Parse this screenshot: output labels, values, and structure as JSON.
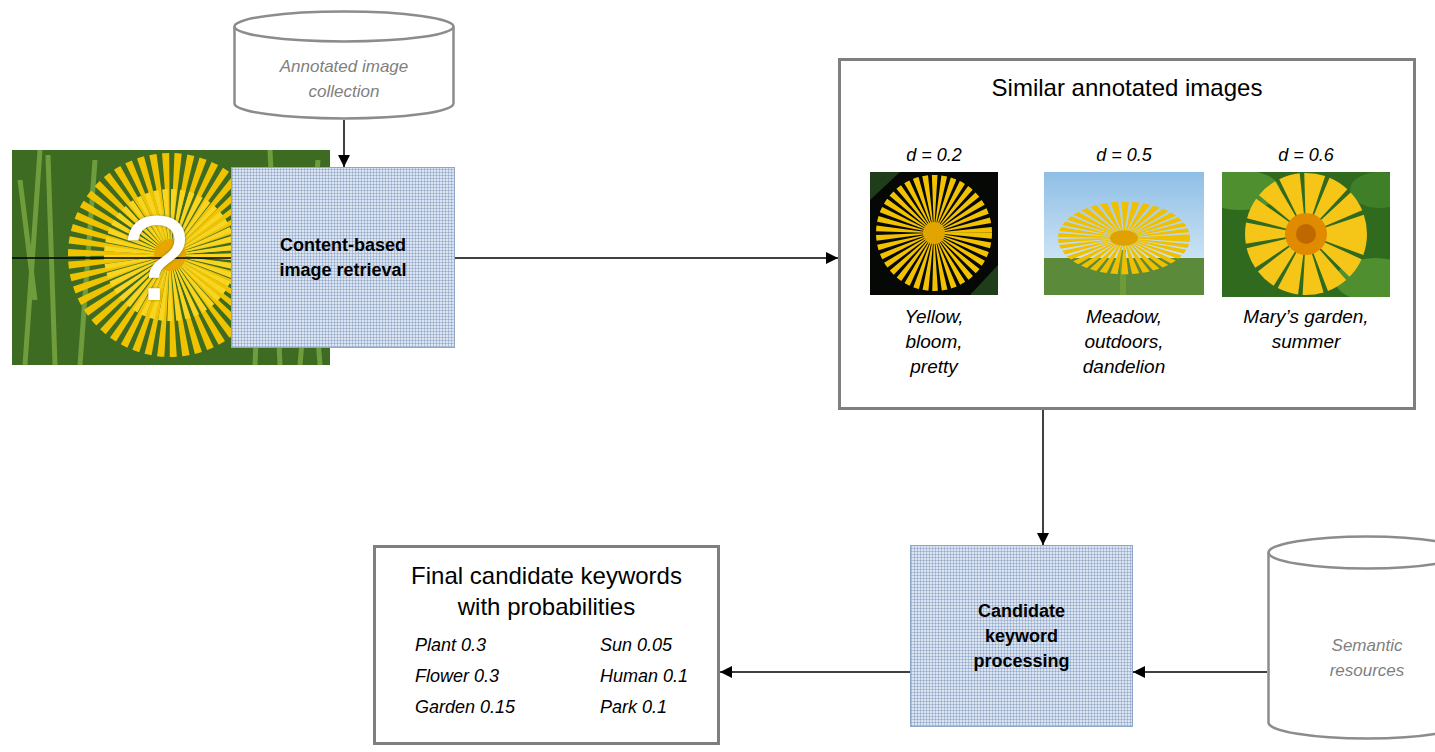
{
  "diagram": {
    "nodes": [
      {
        "text": [
          "?"
        ]
      },
      {
        "text": [
          "Annotated image collection"
        ]
      },
      {
        "text": [
          "Content-based image retrieval"
        ]
      },
      {
        "text": [
          "Similar annotated images"
        ]
      },
      {
        "text": [
          "d = 0.2",
          "Yellow, bloom, pretty"
        ],
        "in": 3
      },
      {
        "text": [
          "d = 0.5",
          "Meadow, outdoors, dandelion"
        ],
        "in": 3
      },
      {
        "text": [
          "d = 0.6",
          "Mary’s garden, summer"
        ],
        "in": 3
      },
      {
        "text": [
          "Final candidate keywords with probabilities",
          "Plant 0.3",
          "Flower 0.3",
          "Garden 0.15",
          "Sun 0.05",
          "Human 0.1",
          "Park 0.1"
        ]
      },
      {
        "text": [
          "Candidate keyword processing"
        ]
      },
      {
        "text": [
          "Semantic resources"
        ]
      }
    ],
    "edges": [
      {
        "from": 0,
        "to": 2,
        "arrow": "to"
      },
      {
        "from": 1,
        "to": 2,
        "arrow": "to"
      },
      {
        "from": 2,
        "to": 3,
        "arrow": "to"
      },
      {
        "from": 3,
        "to": 8,
        "arrow": "to"
      },
      {
        "from": 9,
        "to": 8,
        "arrow": "to"
      },
      {
        "from": 8,
        "to": 7,
        "arrow": "to"
      }
    ]
  }
}
